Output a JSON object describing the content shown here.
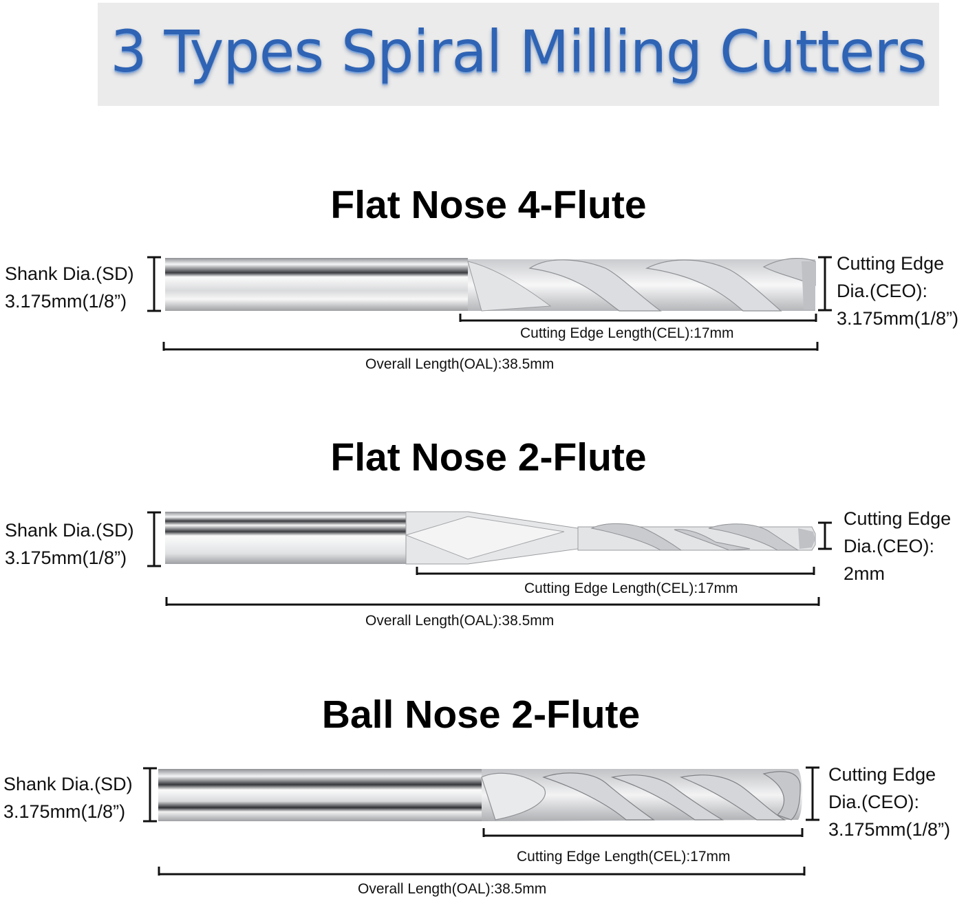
{
  "banner": {
    "title": "3 Types Spiral Milling Cutters"
  },
  "tools": [
    {
      "name": "Flat Nose 4-Flute",
      "shank_label": [
        "Shank Dia.(SD)",
        "3.175mm(1/8”)"
      ],
      "cutting_dia_label": [
        "Cutting Edge",
        "Dia.(CEO):",
        "3.175mm(1/8”)"
      ],
      "cel_label": "Cutting Edge Length(CEL):17mm",
      "oal_label": "Overall Length(OAL):38.5mm",
      "icon": "flat-nose-4-flute-end-mill"
    },
    {
      "name": "Flat Nose 2-Flute",
      "shank_label": [
        "Shank Dia.(SD)",
        "3.175mm(1/8”)"
      ],
      "cutting_dia_label": [
        "Cutting Edge",
        "Dia.(CEO):",
        "2mm"
      ],
      "cel_label": "Cutting Edge Length(CEL):17mm",
      "oal_label": "Overall Length(OAL):38.5mm",
      "icon": "flat-nose-2-flute-end-mill"
    },
    {
      "name": "Ball Nose 2-Flute",
      "shank_label": [
        "Shank Dia.(SD)",
        "3.175mm(1/8”)"
      ],
      "cutting_dia_label": [
        "Cutting Edge",
        "Dia.(CEO):",
        "3.175mm(1/8”)"
      ],
      "cel_label": "Cutting Edge Length(CEL):17mm",
      "oal_label": "Overall Length(OAL):38.5mm",
      "icon": "ball-nose-2-flute-end-mill"
    }
  ],
  "colors": {
    "title_blue": "#2f63b4",
    "banner_bg": "#ebebeb",
    "dimension_line": "#111111"
  }
}
